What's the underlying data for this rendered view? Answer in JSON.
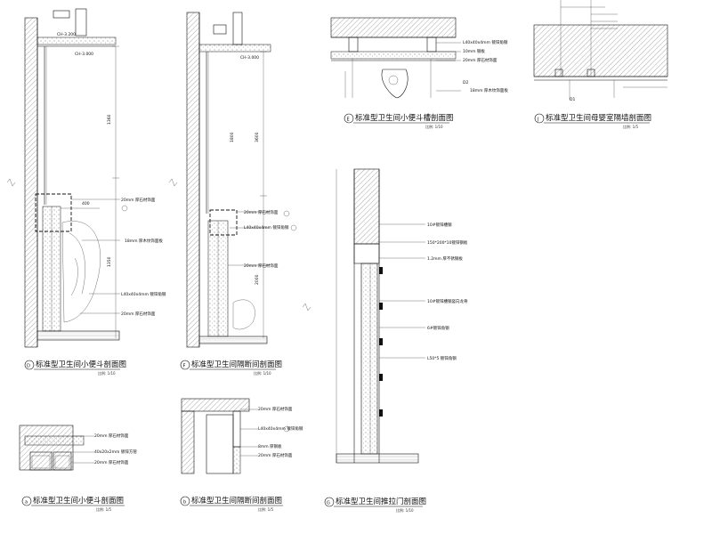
{
  "drawings": {
    "d": {
      "marker": "D",
      "title": "标准型卫生间小便斗剖面图",
      "scale": "比例: 1/10",
      "level1": "CH-3.200",
      "level2": "CH-3.000",
      "notes": [
        "20mm 厚石材饰面",
        "18mm 厚木纹饰面板",
        "L40x40x4mm 镀锌角钢",
        "20mm 厚石材饰面"
      ],
      "dims": [
        "1360",
        "400",
        "1350"
      ]
    },
    "f": {
      "marker": "F",
      "title": "标准型卫生间隔断间剖面图",
      "scale": "比例: 1/10",
      "level": "CH-3.000",
      "notes": [
        "20mm 厚石材饰面",
        "L40x40x4mm 镀锌角钢",
        "20mm 厚石材饰面"
      ],
      "dims": [
        "3600",
        "1800",
        "2000"
      ]
    },
    "e": {
      "marker": "E",
      "title": "标准型卫生间小便斗槽剖面图",
      "scale": "比例: 1/10",
      "notes": [
        "L40x40x4mm 镀锌角钢",
        "10mm 钢板",
        "20mm 厚石材饰面",
        "18mm 厚木纹饰面板"
      ],
      "note_code": "D2"
    },
    "j": {
      "marker": "J",
      "title": "标准型卫生间母婴室隔墙剖面图",
      "scale": "比例: 1/5",
      "note_code": "D1"
    },
    "g": {
      "marker": "G",
      "title": "标准型卫生间推拉门剖面图",
      "scale": "比例: 1/10",
      "notes": [
        "10#镀锌槽钢",
        "150*200*10镀锌钢板",
        "1.2mm 厚不锈钢板",
        "10#镀锌槽钢竖向龙骨",
        "6#镀锌角钢",
        "L50*5 镀锌角钢"
      ]
    },
    "a": {
      "marker": "a",
      "title": "标准型卫生间小便斗剖面图",
      "scale": "比例: 1/5",
      "notes": [
        "20mm 厚石材饰面",
        "40x20x2mm 镀锌方管",
        "20mm 厚石材饰面"
      ]
    },
    "b": {
      "marker": "b",
      "title": "标准型卫生间隔断间剖面图",
      "scale": "比例: 1/5",
      "notes": [
        "20mm 厚石材饰面",
        "L40x40x4mm 镀锌角钢",
        "8mm 厚钢板",
        "20mm 厚石材饰面"
      ]
    }
  }
}
